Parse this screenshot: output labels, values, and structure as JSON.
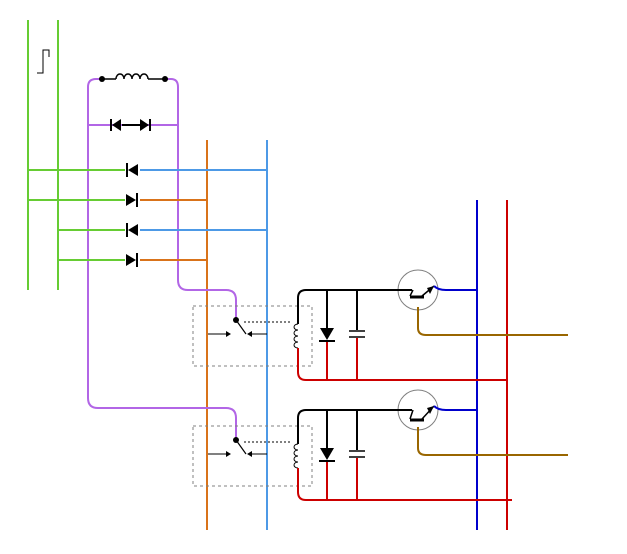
{
  "diagram": {
    "kind": "schematic",
    "colors": {
      "green": "#66cc33",
      "purple": "#b266e6",
      "orange": "#d9731a",
      "light_blue": "#4d99e6",
      "dark_blue": "#0000cc",
      "red": "#cc0000",
      "brown": "#996600",
      "black": "#000000",
      "dashed_box": "#808080"
    },
    "components": [
      "square-pulse-symbol",
      "inductor",
      "back-to-back-diodes",
      "diode-row-1",
      "diode-row-2",
      "diode-row-3",
      "diode-row-4",
      "relay-1",
      "relay-2",
      "transistor-1",
      "transistor-2"
    ]
  }
}
